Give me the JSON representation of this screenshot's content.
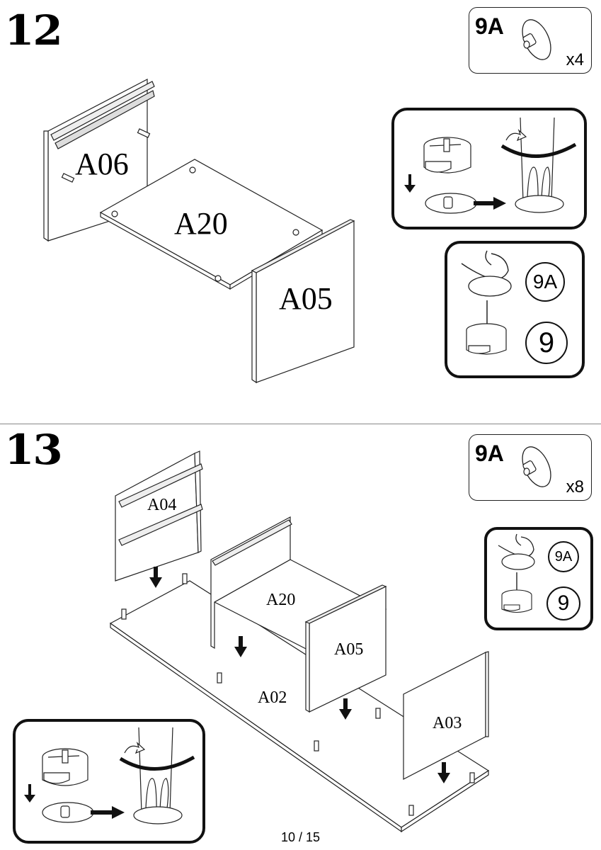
{
  "page": {
    "number_label": "10 / 15"
  },
  "steps": [
    {
      "number": "12",
      "hardware": {
        "id": "9A",
        "quantity": "x4"
      },
      "detail_insert": {
        "labels": [
          "9A",
          "9"
        ]
      },
      "parts": [
        "A06",
        "A20",
        "A05"
      ]
    },
    {
      "number": "13",
      "hardware": {
        "id": "9A",
        "quantity": "x8"
      },
      "detail_insert": {
        "labels": [
          "9A",
          "9"
        ]
      },
      "parts": [
        "A04",
        "A20",
        "A05",
        "A02",
        "A03"
      ]
    }
  ]
}
